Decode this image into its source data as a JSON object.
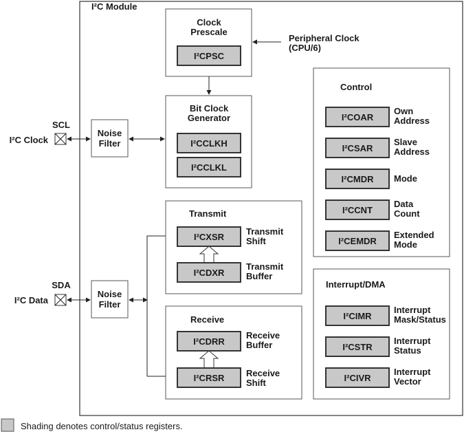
{
  "module": {
    "title": "I²C Module"
  },
  "signals": {
    "scl": "SCL",
    "sda": "SDA",
    "clock": "I²C Clock",
    "data": "I²C Data"
  },
  "noise_filter": "Noise Filter",
  "clock_prescale": {
    "title_line1": "Clock",
    "title_line2": "Prescale",
    "register": "I²CPSC"
  },
  "peripheral_clock": {
    "line1": "Peripheral Clock",
    "line2": "(CPU/6)"
  },
  "bit_clock_generator": {
    "title_line1": "Bit Clock",
    "title_line2": "Generator",
    "registers": [
      "I²CCLKH",
      "I²CCLKL"
    ]
  },
  "transmit": {
    "title": "Transmit",
    "registers": [
      {
        "name": "I²CXSR",
        "desc1": "Transmit",
        "desc2": "Shift"
      },
      {
        "name": "I²CDXR",
        "desc1": "Transmit",
        "desc2": "Buffer"
      }
    ]
  },
  "receive": {
    "title": "Receive",
    "registers": [
      {
        "name": "I²CDRR",
        "desc1": "Receive",
        "desc2": "Buffer"
      },
      {
        "name": "I²CRSR",
        "desc1": "Receive",
        "desc2": "Shift"
      }
    ]
  },
  "control": {
    "title": "Control",
    "registers": [
      {
        "name": "I²COAR",
        "desc1": "Own",
        "desc2": "Address"
      },
      {
        "name": "I²CSAR",
        "desc1": "Slave",
        "desc2": "Address"
      },
      {
        "name": "I²CMDR",
        "desc1": "Mode",
        "desc2": ""
      },
      {
        "name": "I²CCNT",
        "desc1": "Data",
        "desc2": "Count"
      },
      {
        "name": "I²CEMDR",
        "desc1": "Extended",
        "desc2": "Mode"
      }
    ]
  },
  "interrupt_dma": {
    "title": "Interrupt/DMA",
    "registers": [
      {
        "name": "I²CIMR",
        "desc1": "Interrupt",
        "desc2": "Mask/Status"
      },
      {
        "name": "I²CSTR",
        "desc1": "Interrupt",
        "desc2": "Status"
      },
      {
        "name": "I²CIVR",
        "desc1": "Interrupt",
        "desc2": "Vector"
      }
    ]
  },
  "legend": {
    "text": "Shading denotes control/status registers.",
    "swatch_color": "#c8c8c8"
  }
}
